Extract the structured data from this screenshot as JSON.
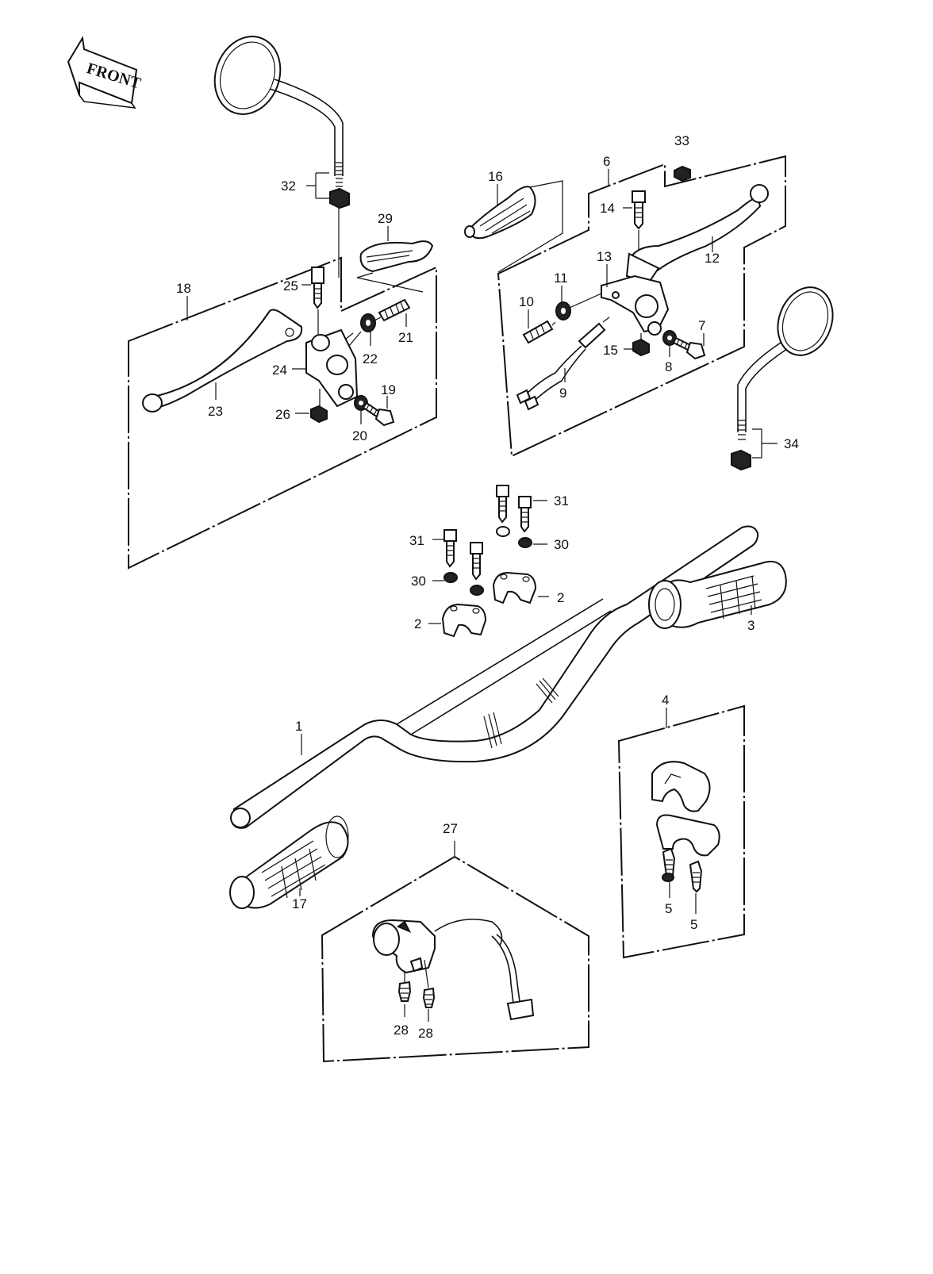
{
  "front_label": "FRONT",
  "callouts": {
    "c1": "1",
    "c2a": "2",
    "c2b": "2",
    "c3": "3",
    "c4": "4",
    "c5a": "5",
    "c5b": "5",
    "c6": "6",
    "c7": "7",
    "c8": "8",
    "c9": "9",
    "c10": "10",
    "c11": "11",
    "c12": "12",
    "c13": "13",
    "c14": "14",
    "c15": "15",
    "c16": "16",
    "c17": "17",
    "c18": "18",
    "c19": "19",
    "c20": "20",
    "c21": "21",
    "c22": "22",
    "c23": "23",
    "c24": "24",
    "c25": "25",
    "c26": "26",
    "c27": "27",
    "c28a": "28",
    "c28b": "28",
    "c29": "29",
    "c30a": "30",
    "c30b": "30",
    "c31a": "31",
    "c31b": "31",
    "c32": "32",
    "c33": "33",
    "c34": "34"
  }
}
